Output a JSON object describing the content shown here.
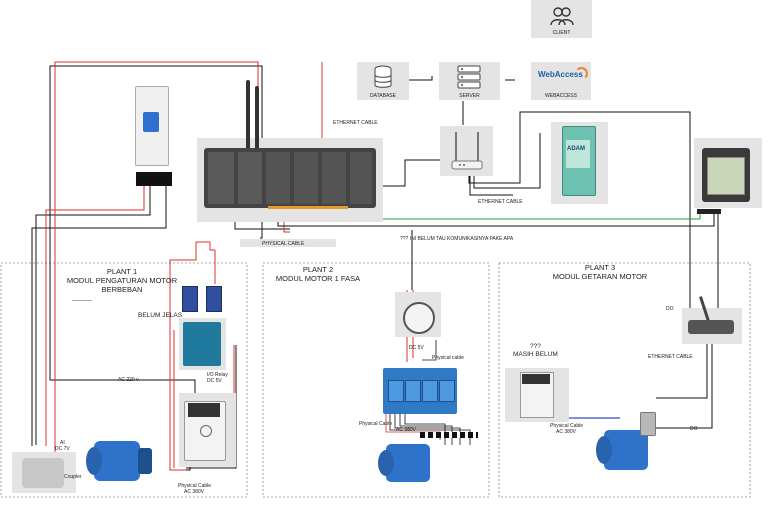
{
  "nodes": {
    "client": "CLIENT",
    "webaccess_logo": "WebAccess",
    "webaccess": "WEBACCESS",
    "database": "DATABASE",
    "server": "SERVER"
  },
  "cables": {
    "ethernet_top": "ETHERNET CABLE",
    "ethernet_mid": "ETHERNET CABLE",
    "physical": "PHYSICAL CABLE",
    "comm_note": "??? INI BELUM TAU KOMUNIKASINYA PAKE APA"
  },
  "plant1": {
    "title_line1": "PLANT 1",
    "title_line2": "MODUL PENGATURAN MOTOR",
    "title_line3": "BERBEBAN",
    "note": "BELUM JELAS",
    "ac220": "AC 220 v",
    "io_relay_l1": "I/O Relay",
    "io_relay_l2": "DC 5V",
    "ai_l1": "AI",
    "ai_l2": "DC 7V",
    "coupler": "Coupler",
    "physical_l1": "Physical Cable",
    "physical_l2": "AC 380V"
  },
  "plant2": {
    "title_line1": "PLANT 2",
    "title_line2": "MODUL MOTOR 1 FASA",
    "dc5v": "DC 5V",
    "physical_small": "Physical cable",
    "physical_cable": "Physical Cable",
    "ac": "AC 380V"
  },
  "plant3": {
    "title_line1": "PLANT 3",
    "title_line2": "MODUL GETARAN MOTOR",
    "note_q": "???",
    "note": "MASIH BELUM",
    "do_top": "DO",
    "ethernet": "ETHERNET CABLE",
    "physical_l1": "Physical Cable",
    "physical_l2": "AC 380V",
    "do_bottom": "DO"
  },
  "colors": {
    "red_wire": "#d8312a",
    "green_wire": "#2f9a3a",
    "black_wire": "#111111",
    "blue_wire": "#2f4fbf"
  }
}
